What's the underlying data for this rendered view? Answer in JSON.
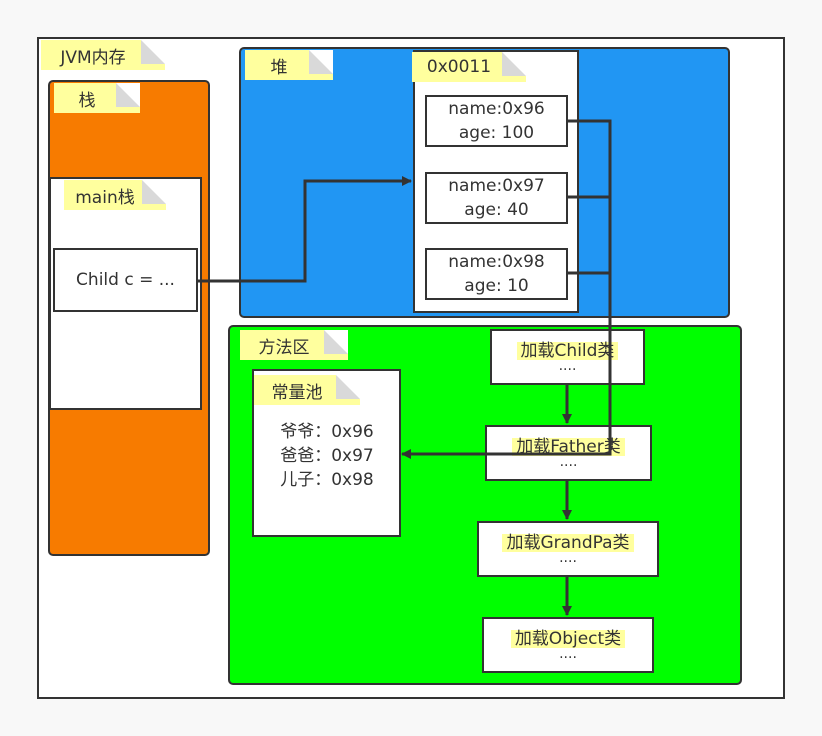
{
  "colors": {
    "stack": "#f77b00",
    "heap": "#2196f3",
    "method_area": "#00ff00",
    "note": "#ffff9e",
    "line": "#333333"
  },
  "labels": {
    "jvm_memory": "JVM内存",
    "stack": "栈",
    "main_stack": "main栈",
    "heap": "堆",
    "object_address": "0x0011",
    "method_area": "方法区",
    "constant_pool": "常量池"
  },
  "main_frame": {
    "variable": "Child c = ..."
  },
  "heap_fields": [
    {
      "name": "name:0x96",
      "age": "age: 100"
    },
    {
      "name": "name:0x97",
      "age": "age: 40"
    },
    {
      "name": "name:0x98",
      "age": "age: 10"
    }
  ],
  "constant_pool_entries": [
    "爷爷：0x96",
    "爸爸：0x97",
    "儿子：0x98"
  ],
  "classes": [
    {
      "label": "加载Child类",
      "dots": "...."
    },
    {
      "label": "加载Father类",
      "dots": "...."
    },
    {
      "label": "加载GrandPa类",
      "dots": "...."
    },
    {
      "label": "加载Object类",
      "dots": "...."
    }
  ]
}
